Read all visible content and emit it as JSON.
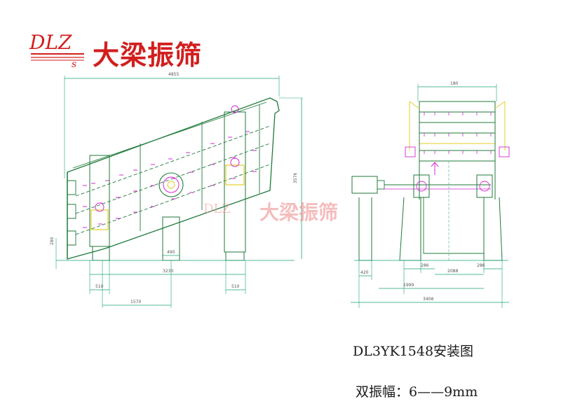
{
  "logo": {
    "letters": "DLZ",
    "sub_letter": "s",
    "brand_text": "大梁振筛"
  },
  "watermark": {
    "letters": "DLZ",
    "sub_letter": "s",
    "brand_text": "大梁振筛"
  },
  "side_view": {
    "overall_length": "4855",
    "overall_height": "3576",
    "base_height": "280",
    "bottom_gap": "490",
    "support_span": "3230",
    "left_foot": "510",
    "right_foot": "510",
    "axis_offset": "1570"
  },
  "end_view": {
    "top_width": "180",
    "foot": "420",
    "left_inner": "286",
    "right_inner": "286",
    "center_span": "2088",
    "inner_span": "1999",
    "overall_width": "3408"
  },
  "colors": {
    "brand_red": "#d21e1e",
    "structure_green": "#1f7a3a",
    "dim_line": "#1aa37a",
    "accent_yellow": "#e3cf2a",
    "accent_magenta": "#d32ad3"
  },
  "caption": {
    "model": "DL3YK1548安装图",
    "amplitude": "双振幅：6——9mm"
  }
}
